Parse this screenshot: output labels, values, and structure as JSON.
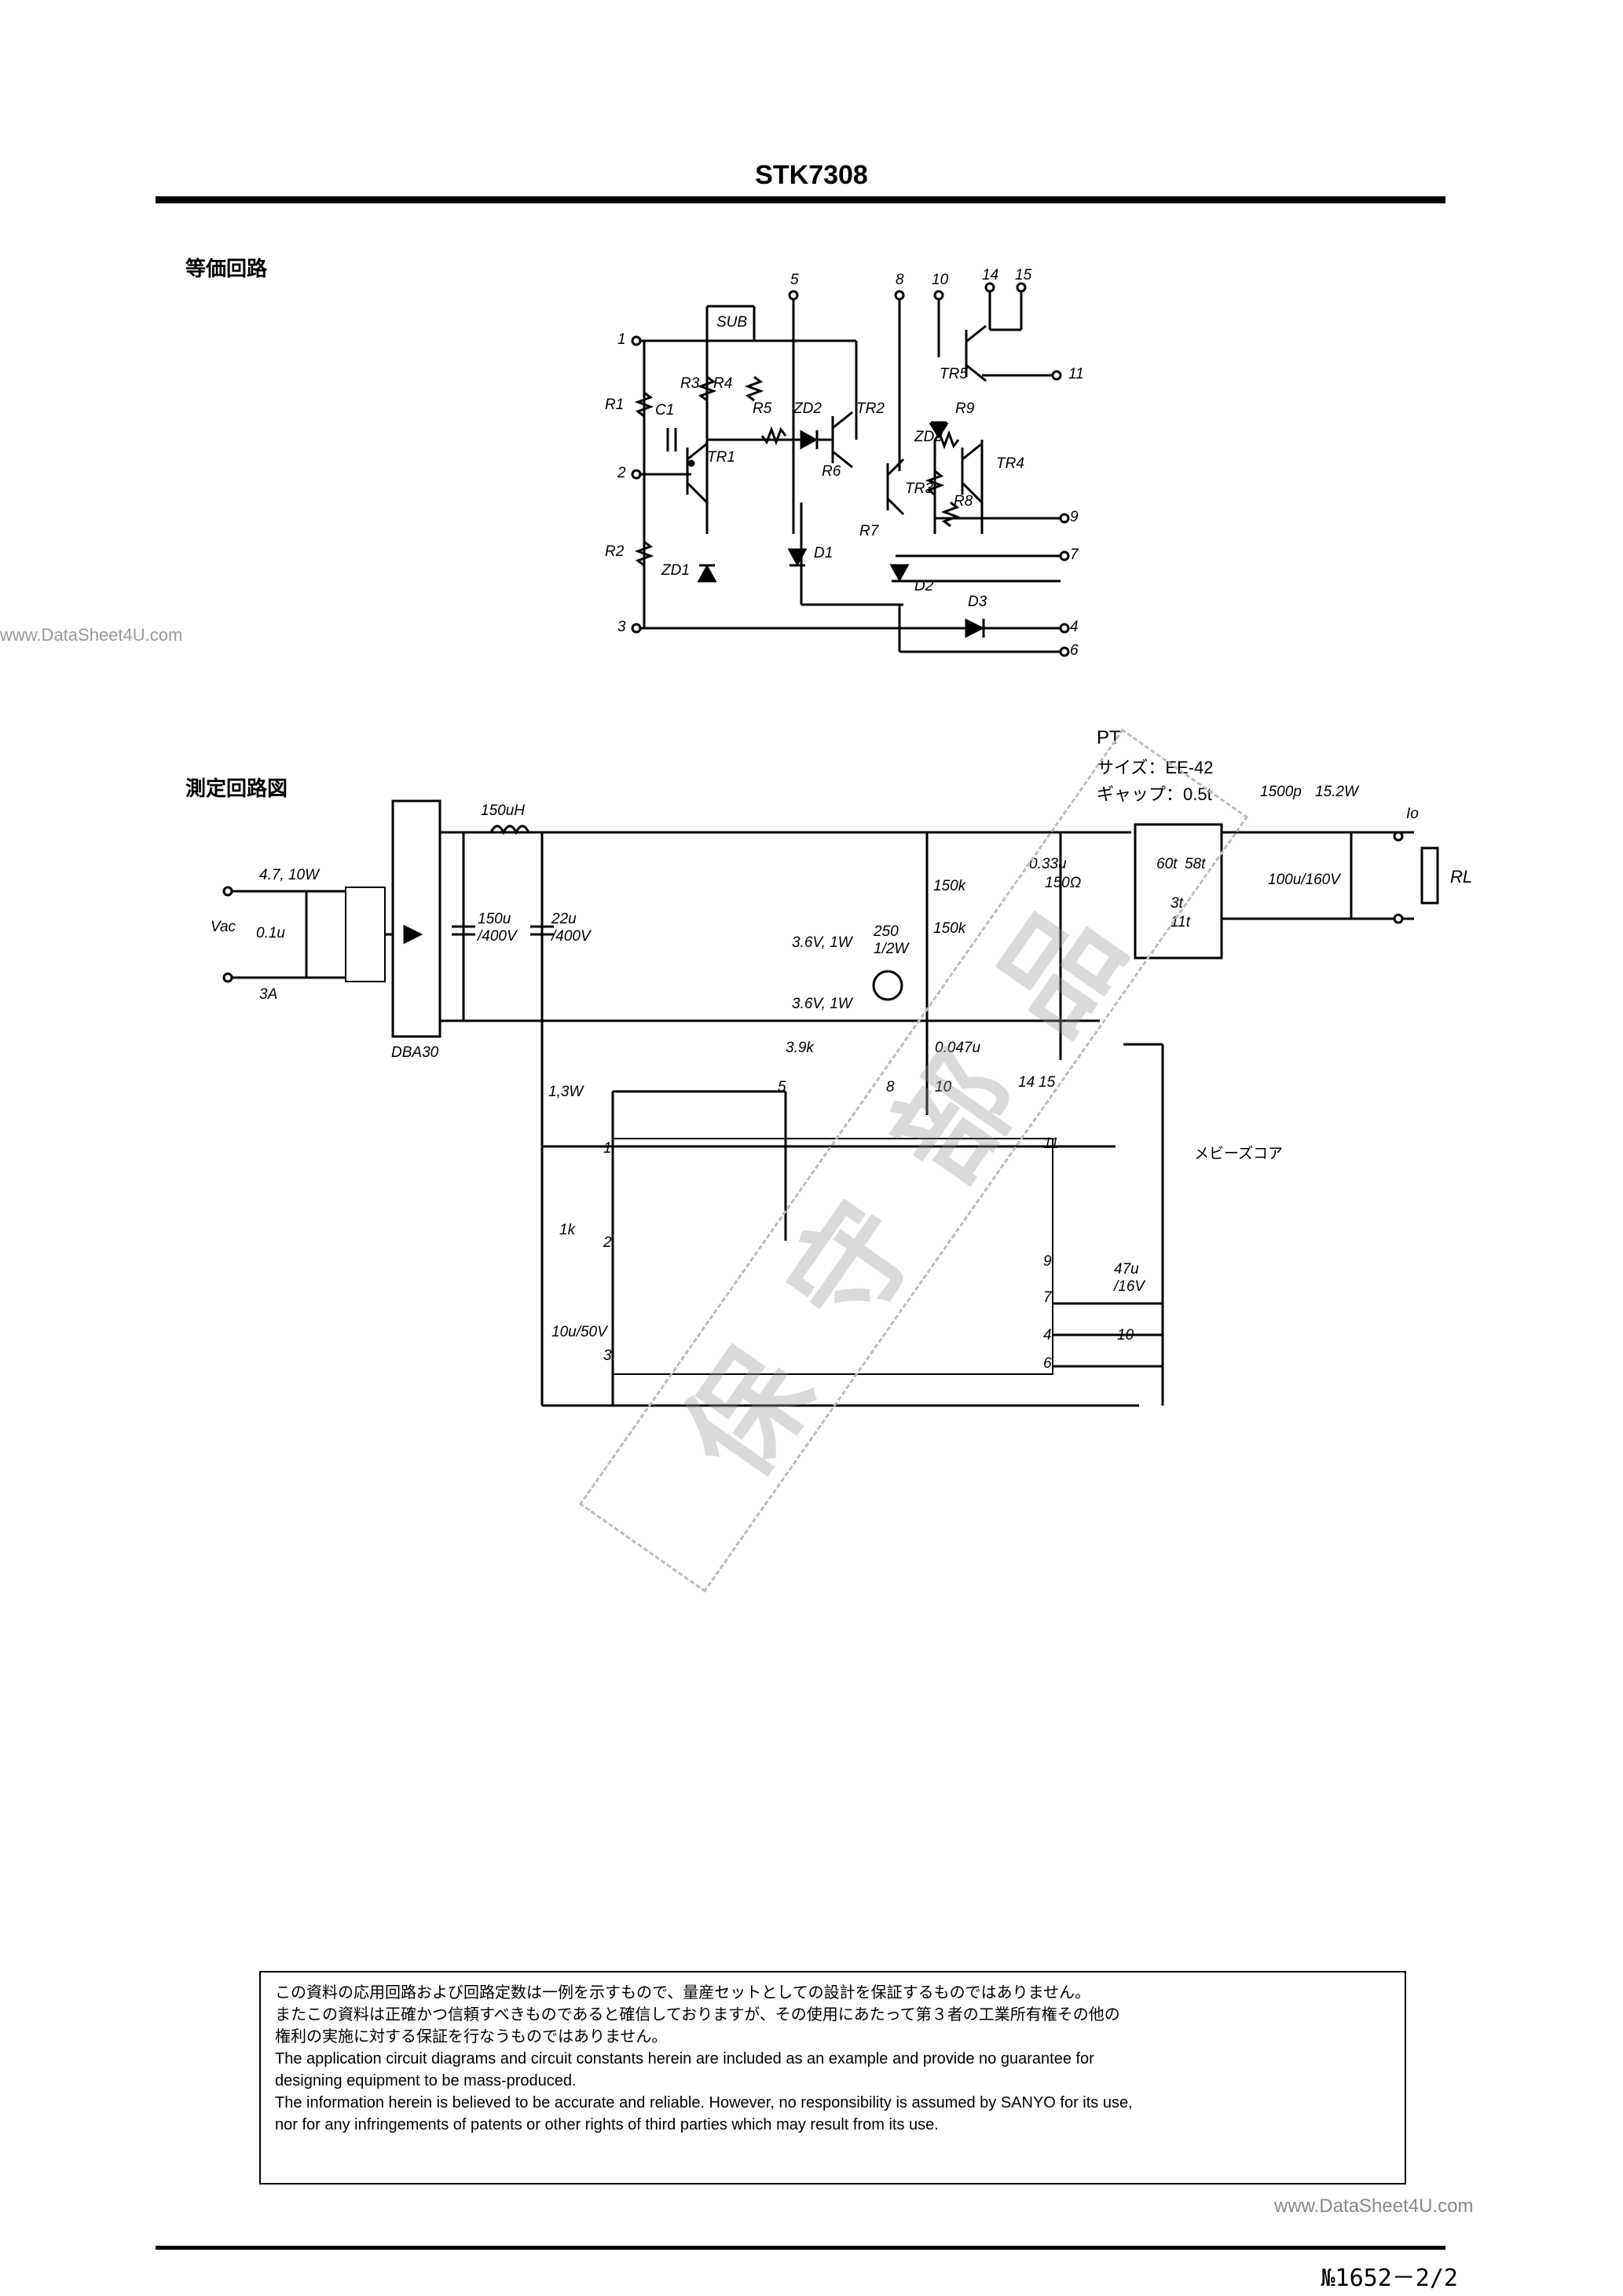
{
  "header": {
    "title": "STK7308"
  },
  "sections": {
    "equivalent_circuit": "等価回路",
    "measurement_circuit": "測定回路図"
  },
  "equivalent_circuit_labels": {
    "pins_top": [
      "5",
      "8",
      "10",
      "14",
      "15"
    ],
    "pins_left": [
      "1",
      "2",
      "3"
    ],
    "pins_right": [
      "11",
      "9",
      "7",
      "4",
      "6"
    ],
    "parts": [
      "SUB",
      "R1",
      "C1",
      "R3",
      "R4",
      "R5",
      "ZD2",
      "TR2",
      "TR1",
      "TR5",
      "R9",
      "ZD3",
      "TR4",
      "R6",
      "TR3",
      "R8",
      "R2",
      "ZD1",
      "D1",
      "R7",
      "D2",
      "D3"
    ]
  },
  "measurement_circuit_labels": {
    "pt": "PT",
    "pt_size": "サイズ：EE-42",
    "pt_gap": "ギャップ：0.5t",
    "vac": "Vac",
    "input": [
      "4.7, 10W",
      "0.1u",
      "3A"
    ],
    "bridge": "DBA30",
    "inductor": "150uH",
    "caps": [
      "150u /400V",
      "22u /400V"
    ],
    "resistors": [
      "150k",
      "150k",
      "3.9k",
      "1,3W",
      "1k"
    ],
    "zeners": [
      "3.6V, 1W",
      "3.6V, 1W"
    ],
    "trimmer": "250 1/2W",
    "cap_small": "0.047u",
    "snubber": [
      "0.33u",
      "150Ω"
    ],
    "turns": [
      "60t",
      "58t",
      "3t",
      "11t"
    ],
    "out_parts": [
      "1500p",
      "15.2W",
      "100u/160V"
    ],
    "output_current": "Io",
    "load": "RL",
    "bead_core": "メビーズコア",
    "cap_10u": "10u/50V",
    "cap_47u": "47u /16V",
    "pins": [
      "1",
      "5",
      "8",
      "10",
      "14",
      "15",
      "11",
      "9",
      "7",
      "4",
      "6",
      "2",
      "3",
      "10"
    ]
  },
  "stamp_text": "保守部品",
  "notice": [
    "この資料の応用回路および回路定数は一例を示すもので、量産セットとしての設計を保証するものではありません。",
    "またこの資料は正確かつ信頼すべきものであると確信しておりますが、その使用にあたって第３者の工業所有権その他の",
    "権利の実施に対する保証を行なうものではありません。",
    "The application circuit diagrams and circuit constants herein are included as an example and provide no guarantee for",
    "designing equipment to be mass-produced.",
    "The information herein is believed to be accurate and reliable. However, no responsibility is assumed by SANYO for its use,",
    "nor for any infringements of patents or other rights of third parties which may result from its use."
  ],
  "watermarks": [
    "www.DataSheet4U.com",
    "www.DataSheet4U.com"
  ],
  "footer": {
    "page_number": "№1652－2/2"
  }
}
